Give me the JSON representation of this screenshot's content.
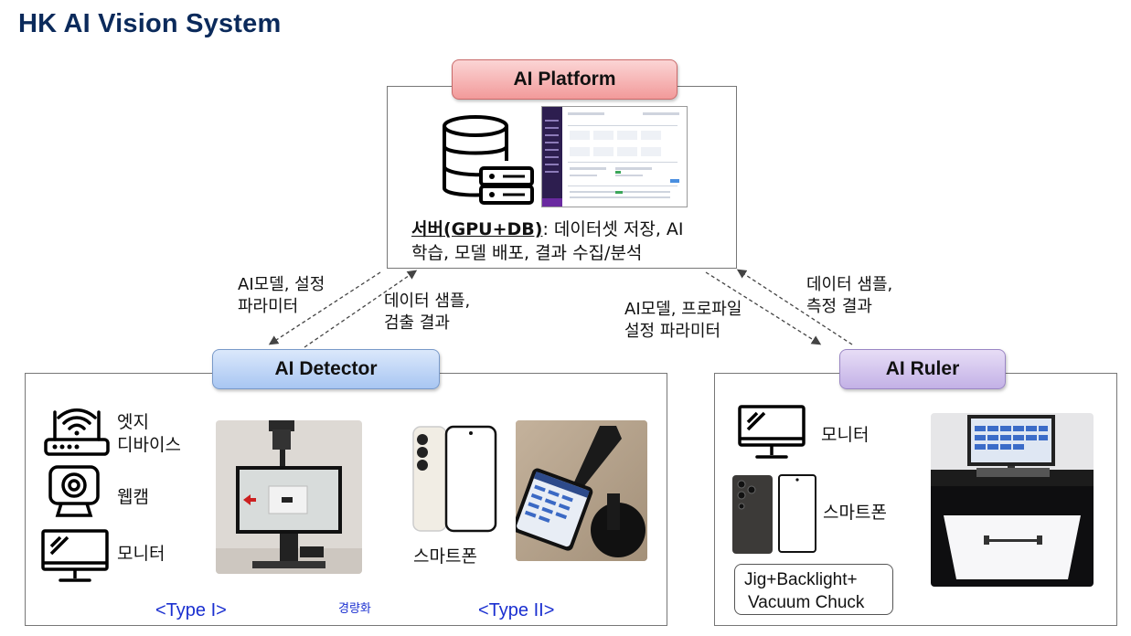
{
  "title": "HK AI Vision System",
  "platform": {
    "label": "AI Platform",
    "server_bold": "서버(GPU+DB)",
    "server_desc_1": ": 데이터셋 저장, AI",
    "server_desc_2": "학습, 모델 배포, 결과 수집/분석"
  },
  "detector": {
    "label": "AI Detector",
    "edge_device_1": "엣지",
    "edge_device_2": "디바이스",
    "webcam": "웹캠",
    "monitor": "모니터",
    "smartphone": "스마트폰",
    "type1": "<Type I>",
    "type2": "<Type II>",
    "lightweight": "경량화"
  },
  "ruler": {
    "label": "AI Ruler",
    "monitor": "모니터",
    "smartphone": "스마트폰",
    "jig_1": "Jig+Backlight+",
    "jig_2": "Vacuum Chuck"
  },
  "flows": {
    "to_detector_1": "AI모델, 설정",
    "to_detector_2": "파라미터",
    "from_detector_1": "데이터 샘플,",
    "from_detector_2": "검출 결과",
    "to_ruler_1": "AI모델, 프로파일",
    "to_ruler_2": "설정 파라미터",
    "from_ruler_1": "데이터 샘플,",
    "from_ruler_2": "측정 결과"
  },
  "colors": {
    "title": "#0b2a5b",
    "type_label": "#1a2fd0",
    "platform_pill": "#f29a9a",
    "detector_pill": "#a8c6f2",
    "ruler_pill": "#c3b1e6"
  },
  "icons": [
    "database-server-icon",
    "wifi-router-icon",
    "webcam-icon",
    "monitor-icon",
    "smartphone-icon"
  ]
}
